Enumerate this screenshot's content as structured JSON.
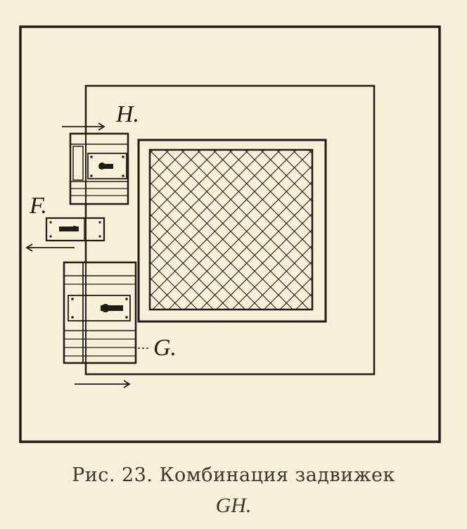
{
  "labels": {
    "h": "H.",
    "f": "F.",
    "g": "G."
  },
  "caption": {
    "line1": "Рис. 23. Комбинация задвижек",
    "line2": "GH."
  },
  "colors": {
    "paper": "#f6f0d8",
    "ink": "#1f1c18"
  }
}
